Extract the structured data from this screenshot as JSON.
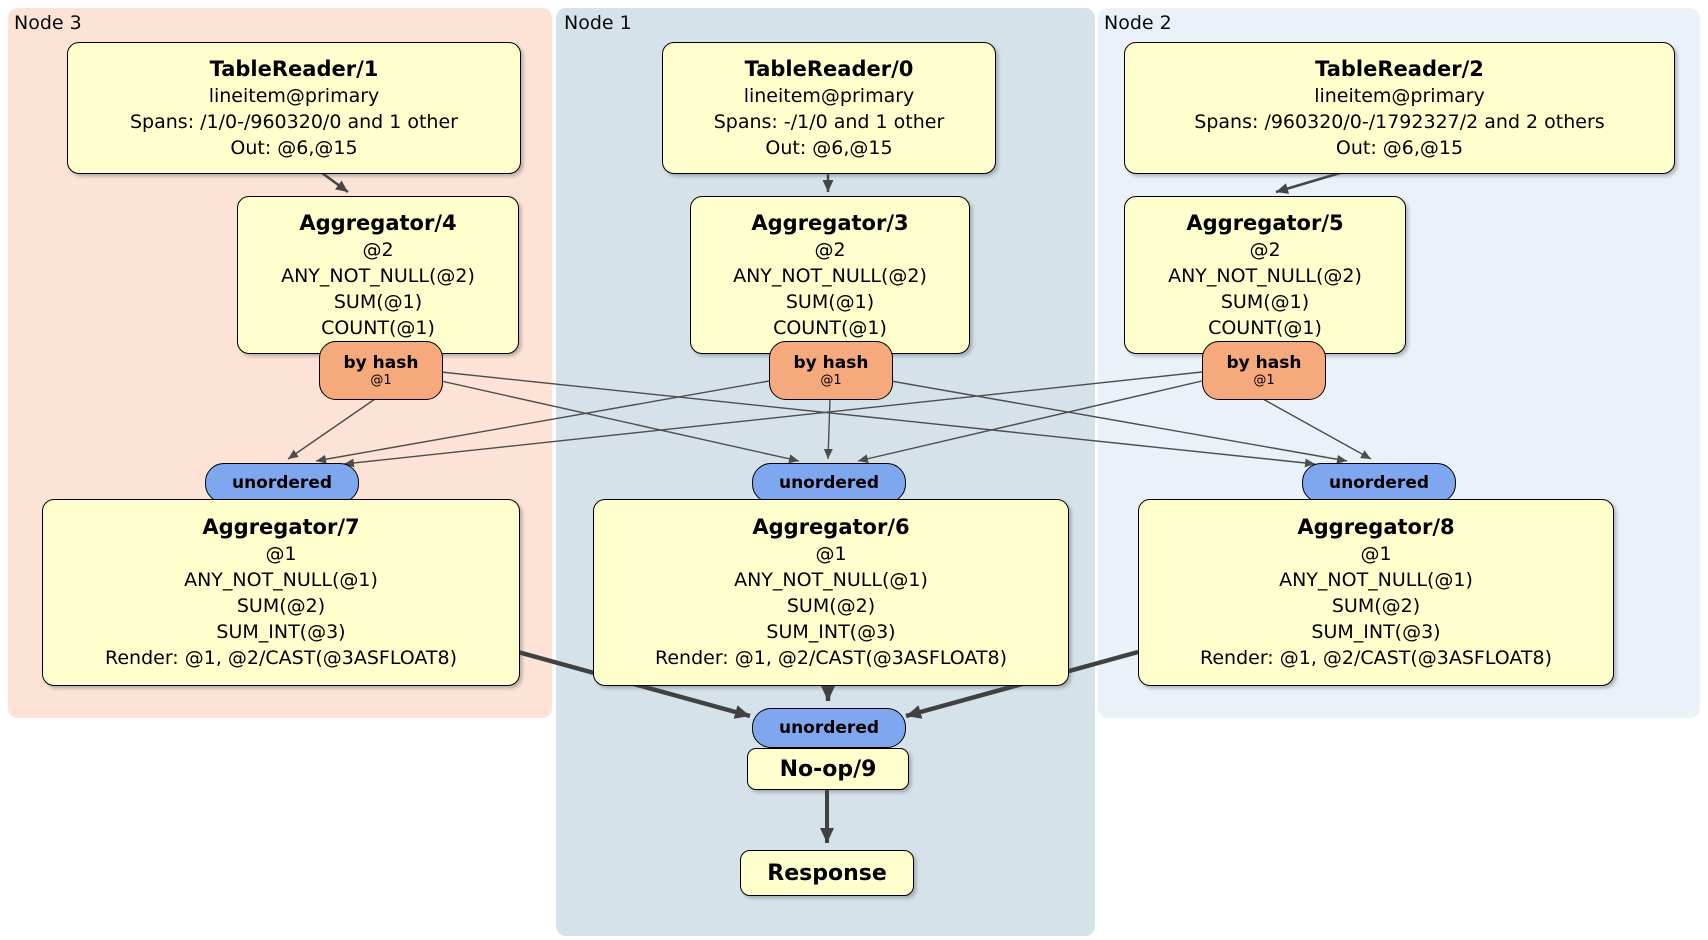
{
  "diagram": {
    "regions": [
      {
        "label": "Node 3"
      },
      {
        "label": "Node 1"
      },
      {
        "label": "Node 2"
      }
    ],
    "colors": {
      "node3_bg": "#fce3d6",
      "node1_bg": "#d5e2ea",
      "node2_bg": "#eaf1f9",
      "processor_bg": "#ffffcd",
      "router_bg": "#f6a97c",
      "sync_bg": "#7fa7f0"
    },
    "boxes": {
      "tr1": {
        "title": "TableReader/1",
        "lines": [
          "lineitem@primary",
          "Spans: /1/0-/960320/0 and 1 other",
          "Out: @6,@15"
        ]
      },
      "tr0": {
        "title": "TableReader/0",
        "lines": [
          "lineitem@primary",
          "Spans: -/1/0 and 1 other",
          "Out: @6,@15"
        ]
      },
      "tr2": {
        "title": "TableReader/2",
        "lines": [
          "lineitem@primary",
          "Spans: /960320/0-/1792327/2 and 2 others",
          "Out: @6,@15"
        ]
      },
      "agg4": {
        "title": "Aggregator/4",
        "lines": [
          "@2",
          "ANY_NOT_NULL(@2)",
          "SUM(@1)",
          "COUNT(@1)"
        ]
      },
      "agg3": {
        "title": "Aggregator/3",
        "lines": [
          "@2",
          "ANY_NOT_NULL(@2)",
          "SUM(@1)",
          "COUNT(@1)"
        ]
      },
      "agg5": {
        "title": "Aggregator/5",
        "lines": [
          "@2",
          "ANY_NOT_NULL(@2)",
          "SUM(@1)",
          "COUNT(@1)"
        ]
      },
      "agg7": {
        "title": "Aggregator/7",
        "lines": [
          "@1",
          "ANY_NOT_NULL(@1)",
          "SUM(@2)",
          "SUM_INT(@3)",
          "Render: @1, @2/CAST(@3ASFLOAT8)"
        ]
      },
      "agg6": {
        "title": "Aggregator/6",
        "lines": [
          "@1",
          "ANY_NOT_NULL(@1)",
          "SUM(@2)",
          "SUM_INT(@3)",
          "Render: @1, @2/CAST(@3ASFLOAT8)"
        ]
      },
      "agg8": {
        "title": "Aggregator/8",
        "lines": [
          "@1",
          "ANY_NOT_NULL(@1)",
          "SUM(@2)",
          "SUM_INT(@3)",
          "Render: @1, @2/CAST(@3ASFLOAT8)"
        ]
      },
      "noop": {
        "title": "No-op/9"
      },
      "response": {
        "title": "Response"
      }
    },
    "routers": {
      "r3": {
        "label": "by hash",
        "detail": "@1"
      },
      "r1": {
        "label": "by hash",
        "detail": "@1"
      },
      "r2": {
        "label": "by hash",
        "detail": "@1"
      }
    },
    "syncs": {
      "s3": {
        "label": "unordered"
      },
      "s1": {
        "label": "unordered"
      },
      "s2": {
        "label": "unordered"
      },
      "final": {
        "label": "unordered"
      }
    }
  }
}
